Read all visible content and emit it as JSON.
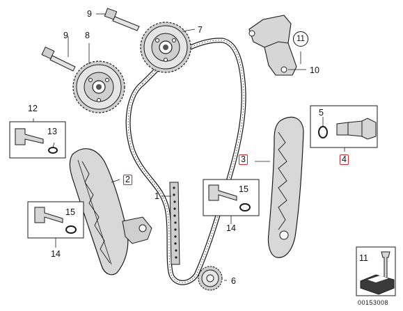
{
  "diagram": {
    "colors": {
      "line": "#1a1a1a",
      "fill": "#d9d9d9",
      "fill_dark": "#9a9a9a",
      "callout_box": "#d62828"
    },
    "callouts": {
      "c1": "1",
      "c2": "2",
      "c3": "3",
      "c4": "4",
      "c5": "5",
      "c6": "6",
      "c7": "7",
      "c8": "8",
      "c9a": "9",
      "c9b": "9",
      "c10": "10",
      "c11": "11",
      "c12": "12",
      "c13": "13",
      "c14a": "14",
      "c14b": "14",
      "c15a": "15",
      "c15b": "15",
      "c11_legend": "11"
    },
    "catalog_number": "00153008"
  }
}
